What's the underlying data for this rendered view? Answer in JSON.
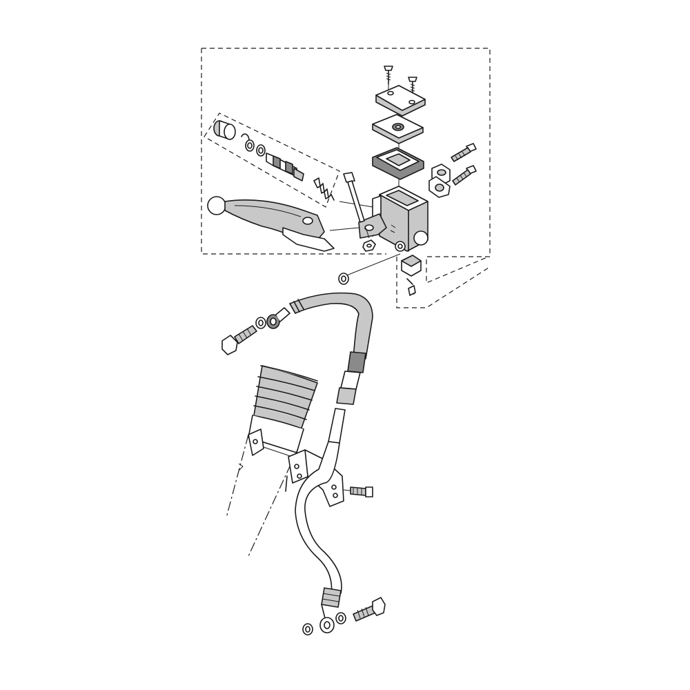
{
  "diagram": {
    "type": "exploded-parts-view",
    "colors": {
      "line": "#1a1a1a",
      "part_fill": "#ffffff",
      "part_shade": "#c8c8c8",
      "dark_shade": "#8a8a8a",
      "background": "#ffffff"
    },
    "groups": [
      {
        "name": "master-cylinder-group",
        "outline": "dashed"
      },
      {
        "name": "piston-kit-group",
        "outline": "dashed"
      },
      {
        "name": "fork-and-brake-hose",
        "outline": "none"
      }
    ]
  }
}
